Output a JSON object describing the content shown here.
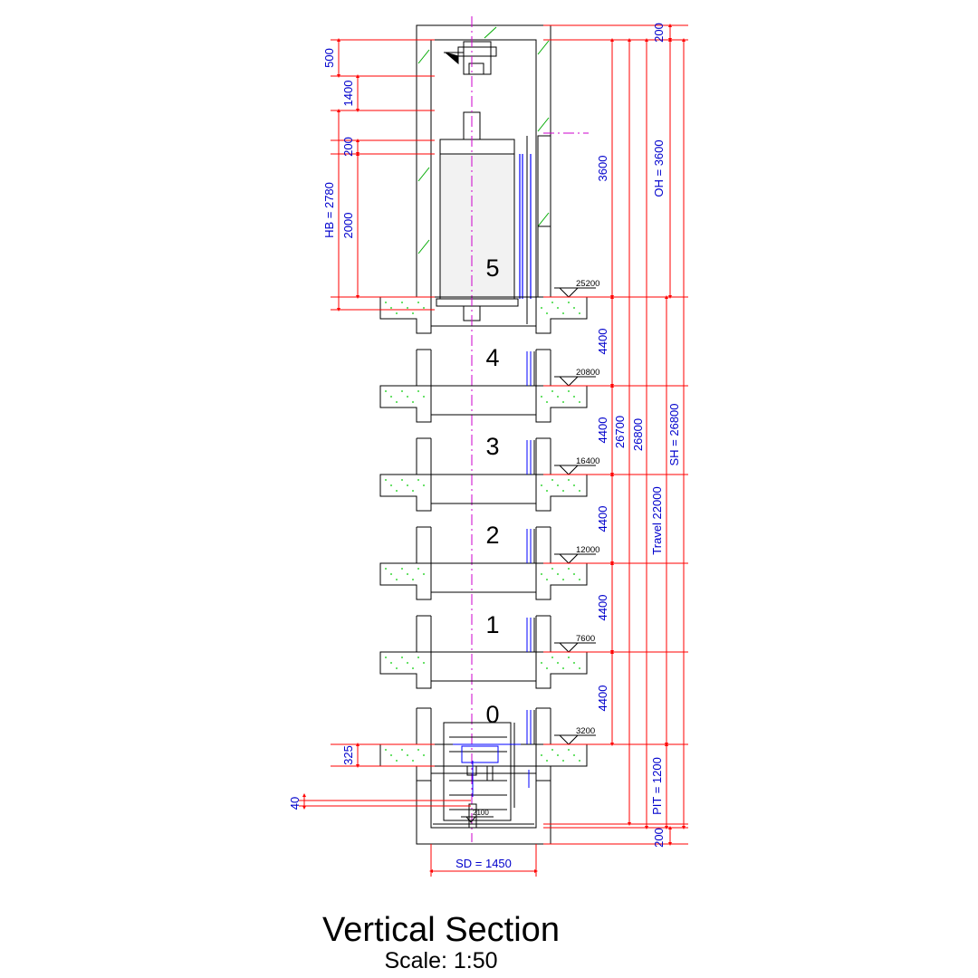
{
  "title": "Vertical Section",
  "scale": "Scale: 1:50",
  "floors": [
    "5",
    "4",
    "3",
    "2",
    "1",
    "0"
  ],
  "levels": [
    "25200",
    "20800",
    "16400",
    "12000",
    "7600",
    "3200",
    "2100"
  ],
  "dims_left": [
    "500",
    "1400",
    "200",
    "2000",
    "HB = 2780",
    "325",
    "40"
  ],
  "dims_right": [
    "200",
    "3600",
    "OH = 3600",
    "4400",
    "4400",
    "4400",
    "4400",
    "4400",
    "26700",
    "26800",
    "Travel 22000",
    "SH = 26800",
    "PIT = 1200",
    "200"
  ],
  "dims_bottom": [
    "SD = 1450"
  ],
  "colors": {
    "dimension": "#ff0000",
    "text": "#0000cc",
    "axis": "#cc00cc",
    "concrete": "#00cc00",
    "rail": "#0000ff"
  }
}
